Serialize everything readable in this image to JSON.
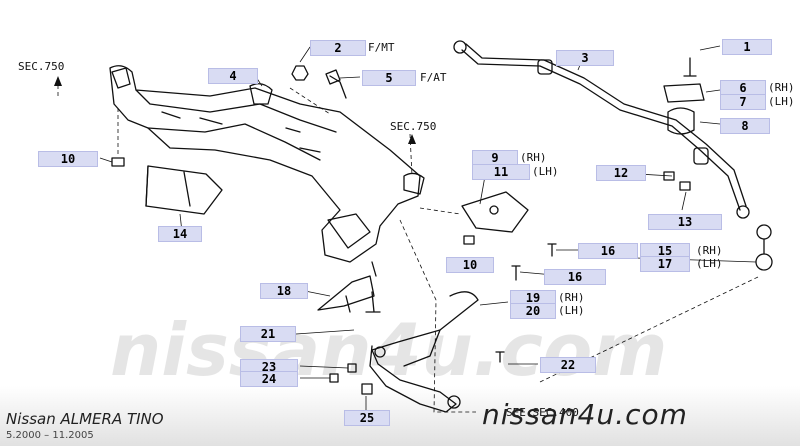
{
  "callouts": {
    "c1": "1",
    "c2": "2",
    "c3": "3",
    "c4": "4",
    "c5": "5",
    "c6": "6",
    "c7": "7",
    "c8": "8",
    "c9": "9",
    "c10a": "10",
    "c10b": "10",
    "c11": "11",
    "c12": "12",
    "c13": "13",
    "c14": "14",
    "c15": "15",
    "c16a": "16",
    "c16b": "16",
    "c17": "17",
    "c18": "18",
    "c19": "19",
    "c20": "20",
    "c21": "21",
    "c22": "22",
    "c23": "23",
    "c24": "24",
    "c25": "25"
  },
  "suffixes": {
    "fmt": "F/MT",
    "fat": "F/AT",
    "rh6": "(RH)",
    "lh7": "(LH)",
    "rh9": "(RH)",
    "lh11": "(LH)",
    "rh15": "(RH)",
    "lh17": "(LH)",
    "rh19": "(RH)",
    "lh20": "(LH)"
  },
  "section_refs": {
    "sec750_left": "SEC.750",
    "sec750_right": "SEC.750",
    "sec400": "SEE SEC.400"
  },
  "footer": {
    "model": "Nissan ALMERA TINO",
    "years": "5.2000 – 11.2005",
    "brand": "nissan4u.com"
  },
  "watermark": "nissan4u.com"
}
